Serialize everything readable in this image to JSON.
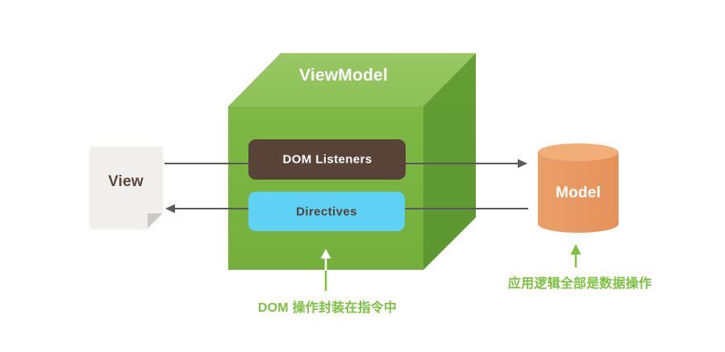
{
  "view": {
    "label": "View",
    "shape": "paper-document-icon"
  },
  "viewmodel": {
    "label": "ViewModel",
    "shape": "3d-cube",
    "dom_listeners_label": "DOM Listeners",
    "directives_label": "Directives",
    "caption": "DOM 操作封装在指令中"
  },
  "model": {
    "label": "Model",
    "shape": "database-cylinder-icon",
    "caption": "应用逻辑全部是数据操作"
  },
  "arrows": {
    "view_to_model": "left-to-right horizontal arrow through DOM Listeners",
    "model_to_view": "right-to-left horizontal arrow through Directives",
    "viewmodel_note_arrow": "upward arrow pointing at Directives area",
    "model_note_arrow": "upward arrow pointing at Model"
  },
  "colors": {
    "cube_front": "#79b43f",
    "cube_top": "#94c45f",
    "cube_side": "#609b33",
    "dom_listeners_bg": "#594237",
    "directives_bg": "#5ed1f5",
    "cylinder_body": "#e89960",
    "cylinder_top": "#f2ae79",
    "accent_green": "#7cc142",
    "arrow_gray": "#59595b",
    "document_bg": "#f1efed",
    "document_fold": "#cbc7c1",
    "text_brown": "#5b4638",
    "text_white": "#ffffff"
  }
}
